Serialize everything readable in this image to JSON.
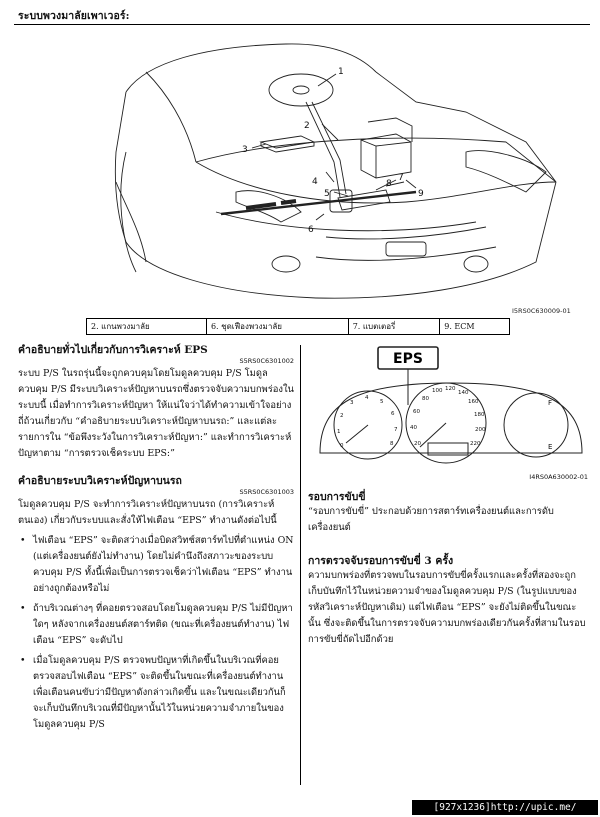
{
  "header": {
    "title": "ระบบพวงมาลัยเพาเวอร์:"
  },
  "figure1": {
    "callouts": [
      "1",
      "2",
      "3",
      "4",
      "5",
      "6",
      "7",
      "8",
      "9"
    ],
    "code": "I5RS0C630009-01"
  },
  "legend": [
    "2.  แกนพวงมาลัย",
    "6.  ชุดเฟืองพวงมาลัย",
    "7.  แบตเตอรี่",
    "9.  ECM"
  ],
  "left": {
    "s1": {
      "title": "คำอธิบายทั่วไปเกี่ยวกับการวิเคราะห์ EPS",
      "code": "S5RS0C6301002",
      "para": "ระบบ P/S ในรถรุ่นนี้จะถูกควบคุมโดยโมดูลควบคุม P/S โมดูลควบคุม P/S มีระบบวิเคราะห์ปัญหาบนรถซึ่งตรวจจับความบกพร่องในระบบนี้ เมื่อทำการวิเคราะห์ปัญหา ให้แน่ใจว่าได้ทำความเข้าใจอย่างถี่ถ้วนเกี่ยวกับ “คำอธิบายระบบวิเคราะห์ปัญหาบนรถ:” และแต่ละรายการใน “ข้อพึงระวังในการวิเคราะห์ปัญหา:” และทำการวิเคราะห์ปัญหาตาม “การตรวจเช็คระบบ EPS:”"
    },
    "s2": {
      "title": "คำอธิบายระบบวิเคราะห์ปัญหาบนรถ",
      "code": "S5RS0C6301003",
      "para": "โมดูลควบคุม P/S จะทำการวิเคราะห์ปัญหาบนรถ (การวิเคราะห์ตนเอง) เกี่ยวกับระบบและสั่งให้ไฟเตือน “EPS” ทำงานดังต่อไปนี้",
      "bullet": "•",
      "bullets": [
        "ไฟเตือน “EPS” จะติดสว่างเมื่อบิดสวิทช์สตาร์ทไปที่ตำแหน่ง ON (แต่เครื่องยนต์ยังไม่ทำงาน) โดยไม่คำนึงถึงสภาวะของระบบควบคุม P/S ทั้งนี้เพื่อเป็นการตรวจเช็คว่าไฟเตือน “EPS” ทำงานอย่างถูกต้องหรือไม่",
        "ถ้าบริเวณต่างๆ ที่คอยตรวจสอบโดยโมดูลควบคุม P/S ไม่มีปัญหาใดๆ หลังจากเครื่องยนต์สตาร์ทติด (ขณะที่เครื่องยนต์ทำงาน) ไฟเตือน “EPS” จะดับไป",
        "เมื่อโมดูลควบคุม P/S ตรวจพบปัญหาที่เกิดขึ้นในบริเวณที่คอยตรวจสอบไฟเตือน “EPS” จะติดขึ้นในขณะที่เครื่องยนต์ทำงาน เพื่อเตือนคนขับว่ามีปัญหาดังกล่าวเกิดขึ้น และในขณะเดียวกันก็จะเก็บบันทึกบริเวณที่มีปัญหานั้นไว้ในหน่วยความจำภายในของโมดูลควบคุม P/S"
      ]
    }
  },
  "right": {
    "gauge": {
      "eps_label": "EPS",
      "speed_ticks": [
        "20",
        "40",
        "60",
        "80",
        "100",
        "120",
        "140",
        "160",
        "180",
        "200",
        "220"
      ],
      "tach_ticks": [
        "0",
        "1",
        "2",
        "3",
        "4",
        "5",
        "6",
        "7",
        "8"
      ],
      "fuel_f": "F",
      "fuel_e": "E",
      "code": "I4RS0A630002-01"
    },
    "s3": {
      "title": "รอบการขับขี่",
      "para": "“รอบการขับขี่” ประกอบด้วยการสตาร์ทเครื่องยนต์และการดับเครื่องยนต์"
    },
    "s4": {
      "title": "การตรวจจับรอบการขับขี่ 3 ครั้ง",
      "para": "ความบกพร่องที่ตรวจพบในรอบการขับขี่ครั้งแรกและครั้งที่สองจะถูกเก็บบันทึกไว้ในหน่วยความจำของโมดูลควบคุม P/S (ในรูปแบบของรหัสวิเคราะห์ปัญหาเดิม) แต่ไฟเตือน “EPS” จะยังไม่ติดขึ้นในขณะนั้น ซึ่งจะติดขึ้นในการตรวจจับความบกพร่องเดียวกันครั้งที่สามในรอบการขับขี่ถัดไปอีกด้วย"
    }
  },
  "footer": {
    "text": "[927x1236]http://upic.me/"
  }
}
